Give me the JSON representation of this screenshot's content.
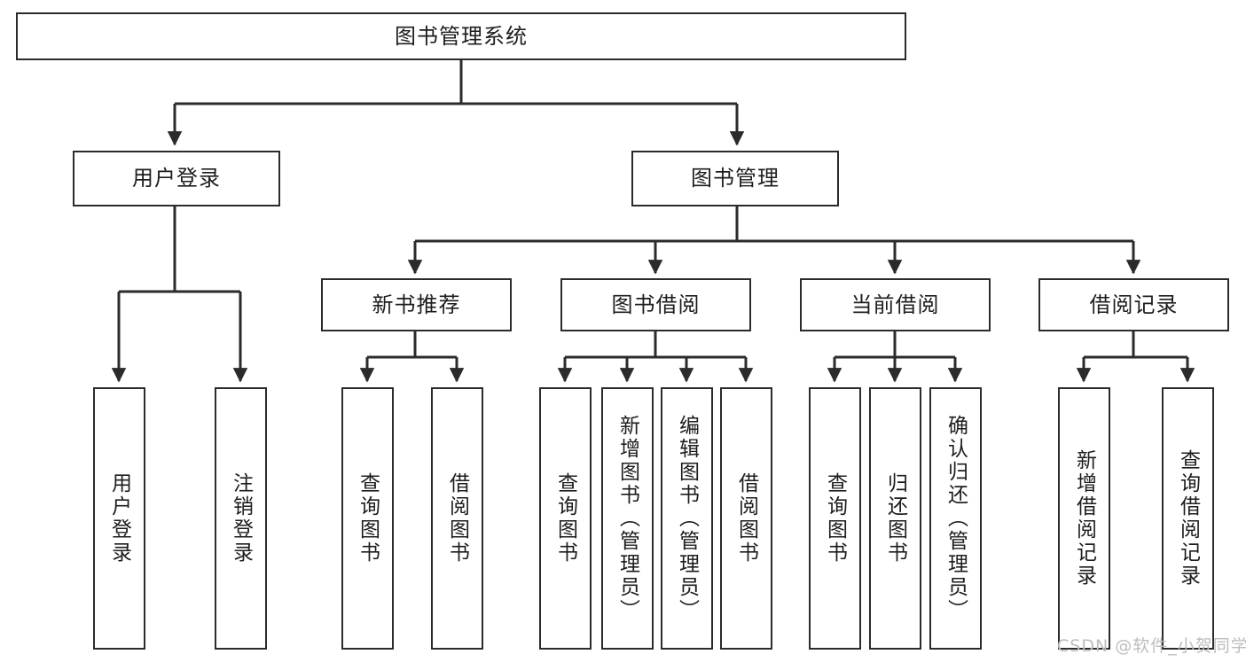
{
  "diagram": {
    "title": "图书管理系统",
    "type": "tree-hierarchy",
    "root": {
      "label": "图书管理系统"
    },
    "level1": [
      {
        "label": "用户登录"
      },
      {
        "label": "图书管理"
      }
    ],
    "level2": [
      {
        "label": "新书推荐"
      },
      {
        "label": "图书借阅"
      },
      {
        "label": "当前借阅"
      },
      {
        "label": "借阅记录"
      }
    ],
    "leaves": {
      "user_login": [
        {
          "label": "用户登录"
        },
        {
          "label": "注销登录"
        }
      ],
      "new_book_recommend": [
        {
          "label": "查询图书"
        },
        {
          "label": "借阅图书"
        }
      ],
      "book_borrow": [
        {
          "label": "查询图书"
        },
        {
          "label": "新增图书（管理员）"
        },
        {
          "label": "编辑图书（管理员）"
        },
        {
          "label": "借阅图书"
        }
      ],
      "current_borrow": [
        {
          "label": "查询图书"
        },
        {
          "label": "归还图书"
        },
        {
          "label": "确认归还（管理员）"
        }
      ],
      "borrow_record": [
        {
          "label": "新增借阅记录"
        },
        {
          "label": "查询借阅记录"
        }
      ]
    }
  },
  "watermark": {
    "text": "CSDN @软件_小贺同学",
    "color": "#bdbdbd"
  },
  "style": {
    "stroke": "#2b2b2b",
    "fill": "#ffffff",
    "text": "#1d1d1d"
  }
}
